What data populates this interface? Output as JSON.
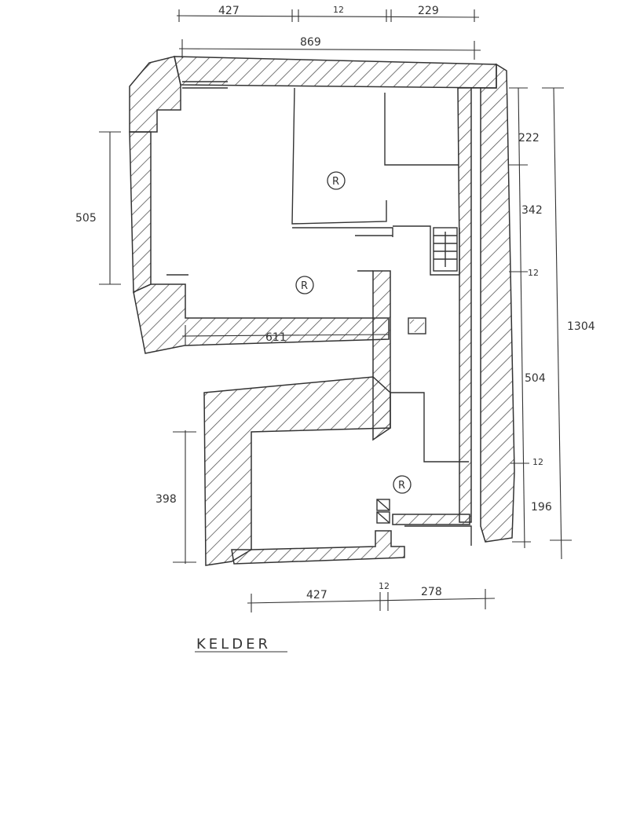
{
  "plan": {
    "title": "KELDER",
    "room_label": "R",
    "top_dims": [
      "427",
      "12",
      "229"
    ],
    "dim_total_width": "869",
    "dim_left_height": "505",
    "dim_inner_width": "611",
    "dim_left_lower": "398",
    "dim_right": [
      "222",
      "342",
      "12",
      "504",
      "12",
      "196"
    ],
    "dim_total_height": "1304",
    "bottom_dims": [
      "427",
      "12",
      "278"
    ]
  },
  "colors": {
    "line": "#333333",
    "hatch": "#555555",
    "paper": "#ffffff"
  }
}
